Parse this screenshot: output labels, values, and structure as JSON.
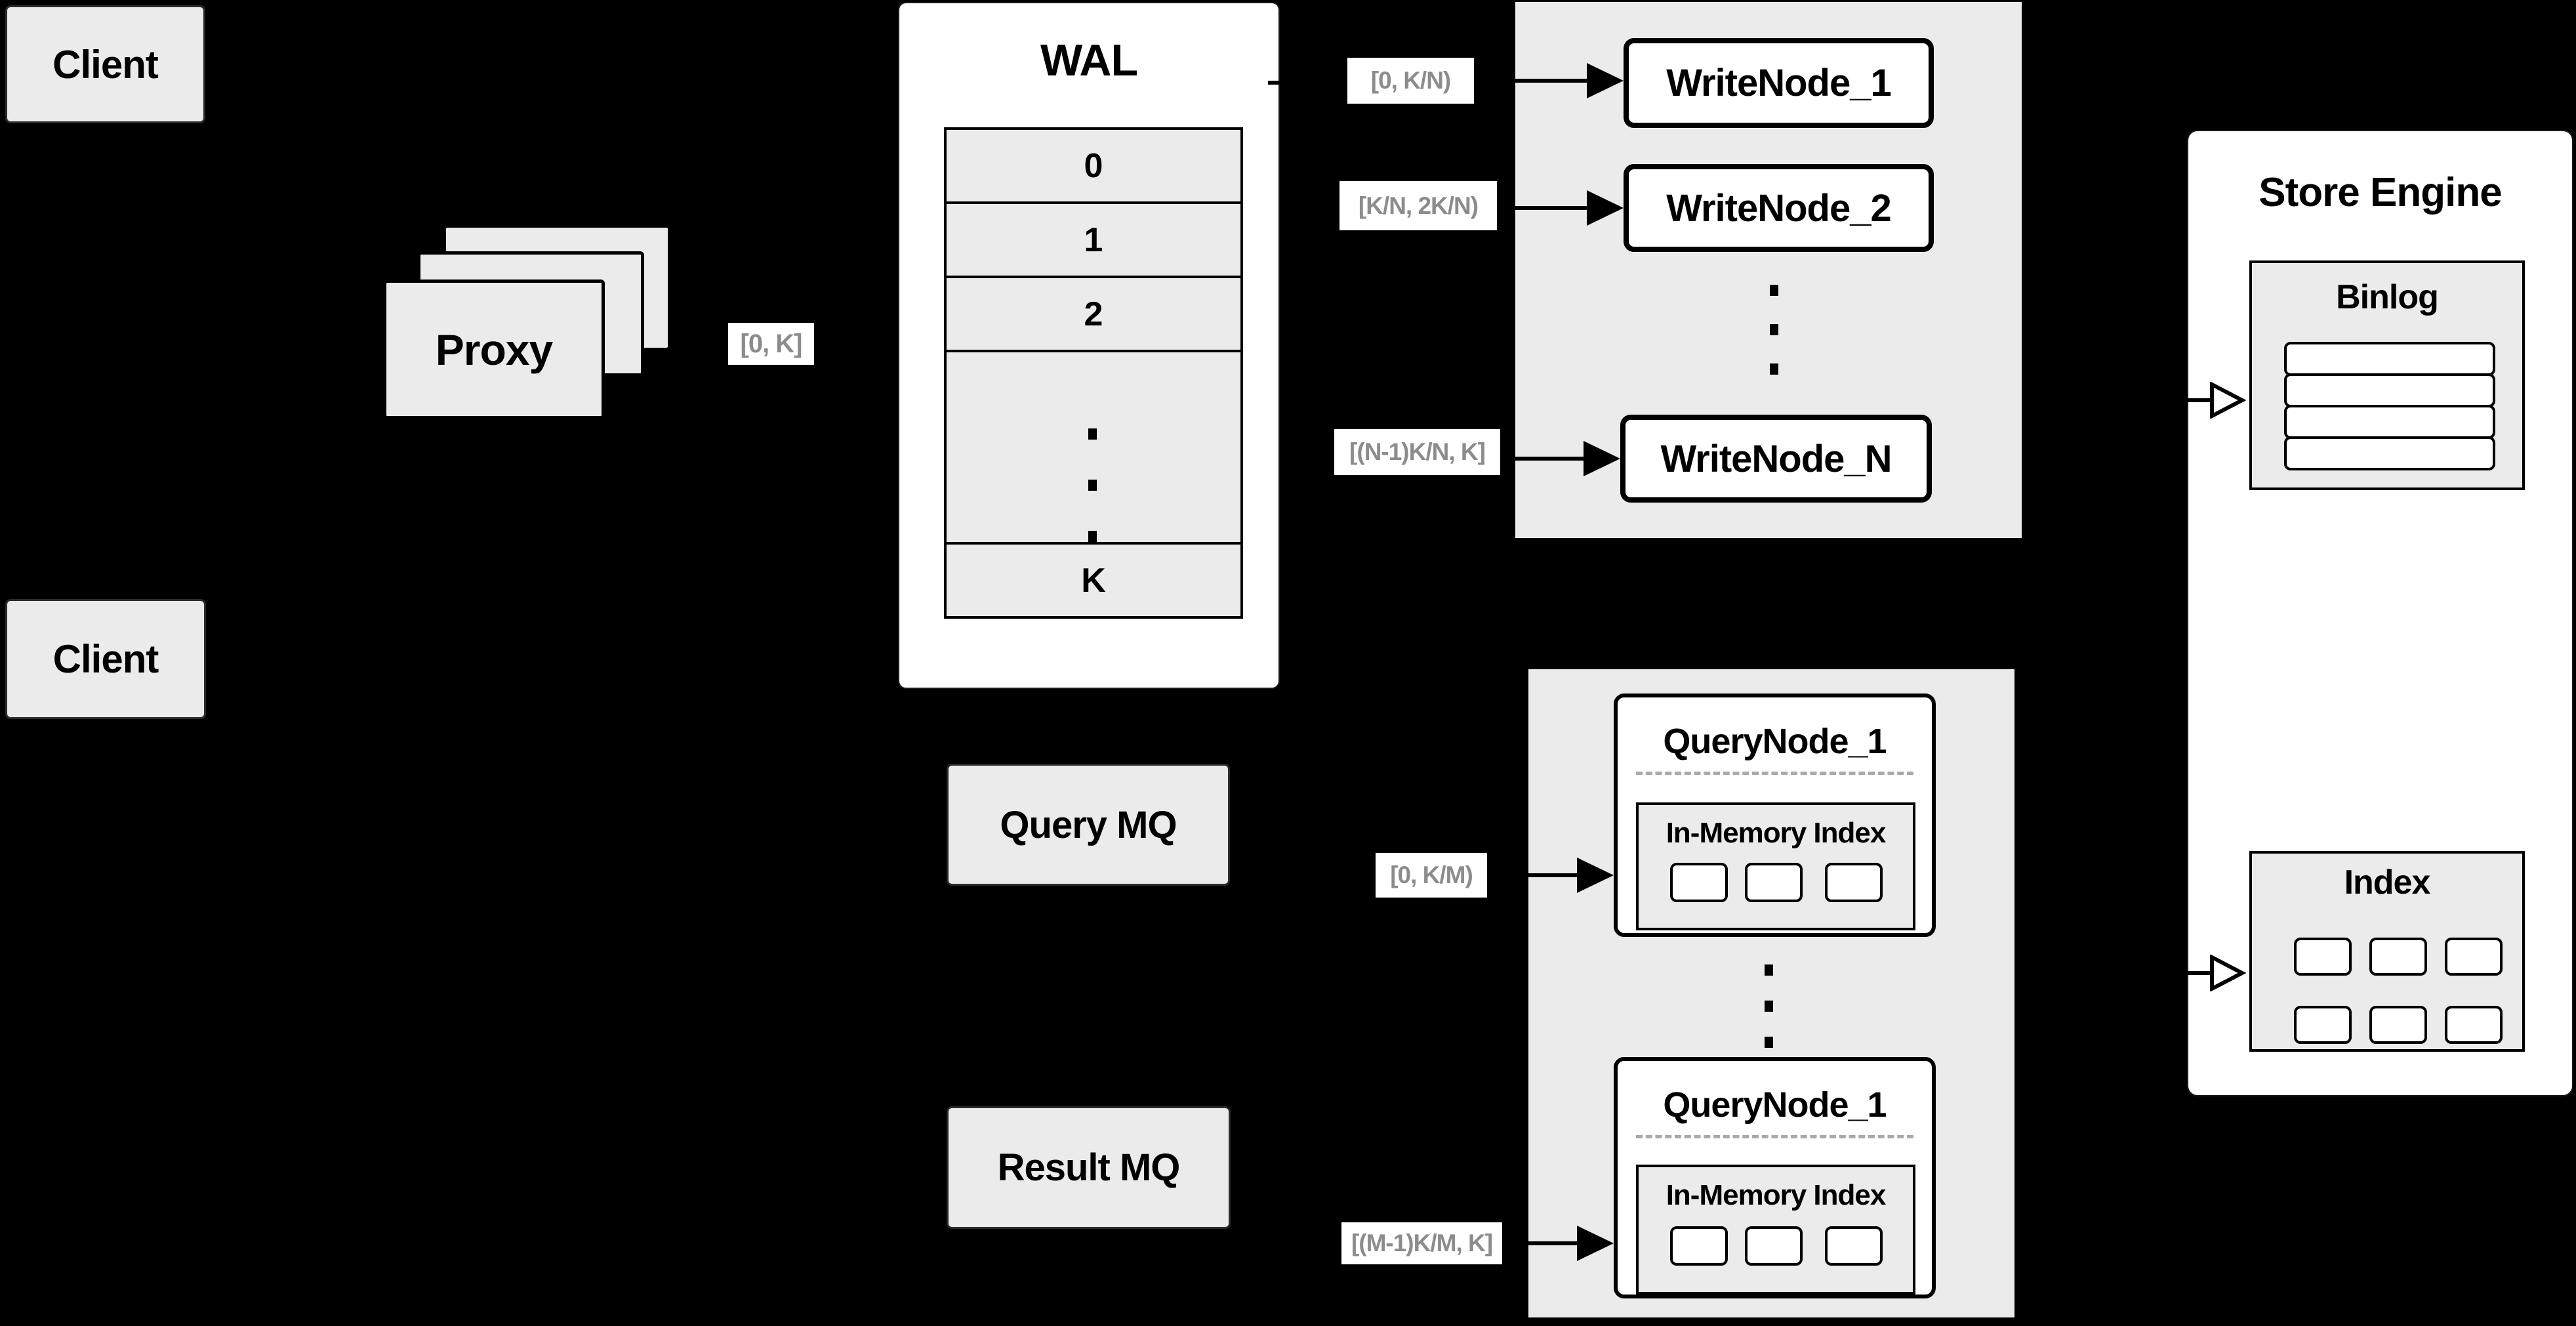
{
  "colors": {
    "background": "#000000",
    "panel_gray": "#ebebeb",
    "box_white": "#ffffff",
    "border_black": "#000000",
    "range_label_text": "#8c8c8c"
  },
  "clients": {
    "top_label": "Client",
    "bottom_label": "Client"
  },
  "proxy": {
    "label": "Proxy",
    "range_label": "[0, K]"
  },
  "wal": {
    "title": "WAL",
    "rows": [
      "0",
      "1",
      "2"
    ],
    "ellipsis": "vertical-dots",
    "last_row": "K"
  },
  "write_nodes": {
    "nodes": [
      {
        "label": "WriteNode_1",
        "range": "[0, K/N)"
      },
      {
        "label": "WriteNode_2",
        "range": "[K/N, 2K/N)"
      },
      {
        "label": "WriteNode_N",
        "range": "[(N-1)K/N, K]"
      }
    ]
  },
  "store_engine": {
    "title": "Store Engine",
    "binlog": {
      "title": "Binlog",
      "row_count": 4
    },
    "index": {
      "title": "Index",
      "cell_count": 6
    }
  },
  "mq": {
    "query_label": "Query MQ",
    "result_label": "Result MQ"
  },
  "query_nodes": {
    "nodes": [
      {
        "label": "QueryNode_1",
        "inmem_title": "In-Memory Index",
        "range": "[0, K/M)"
      },
      {
        "label": "QueryNode_1",
        "inmem_title": "In-Memory Index",
        "range": "[(M-1)K/M, K]"
      }
    ]
  }
}
